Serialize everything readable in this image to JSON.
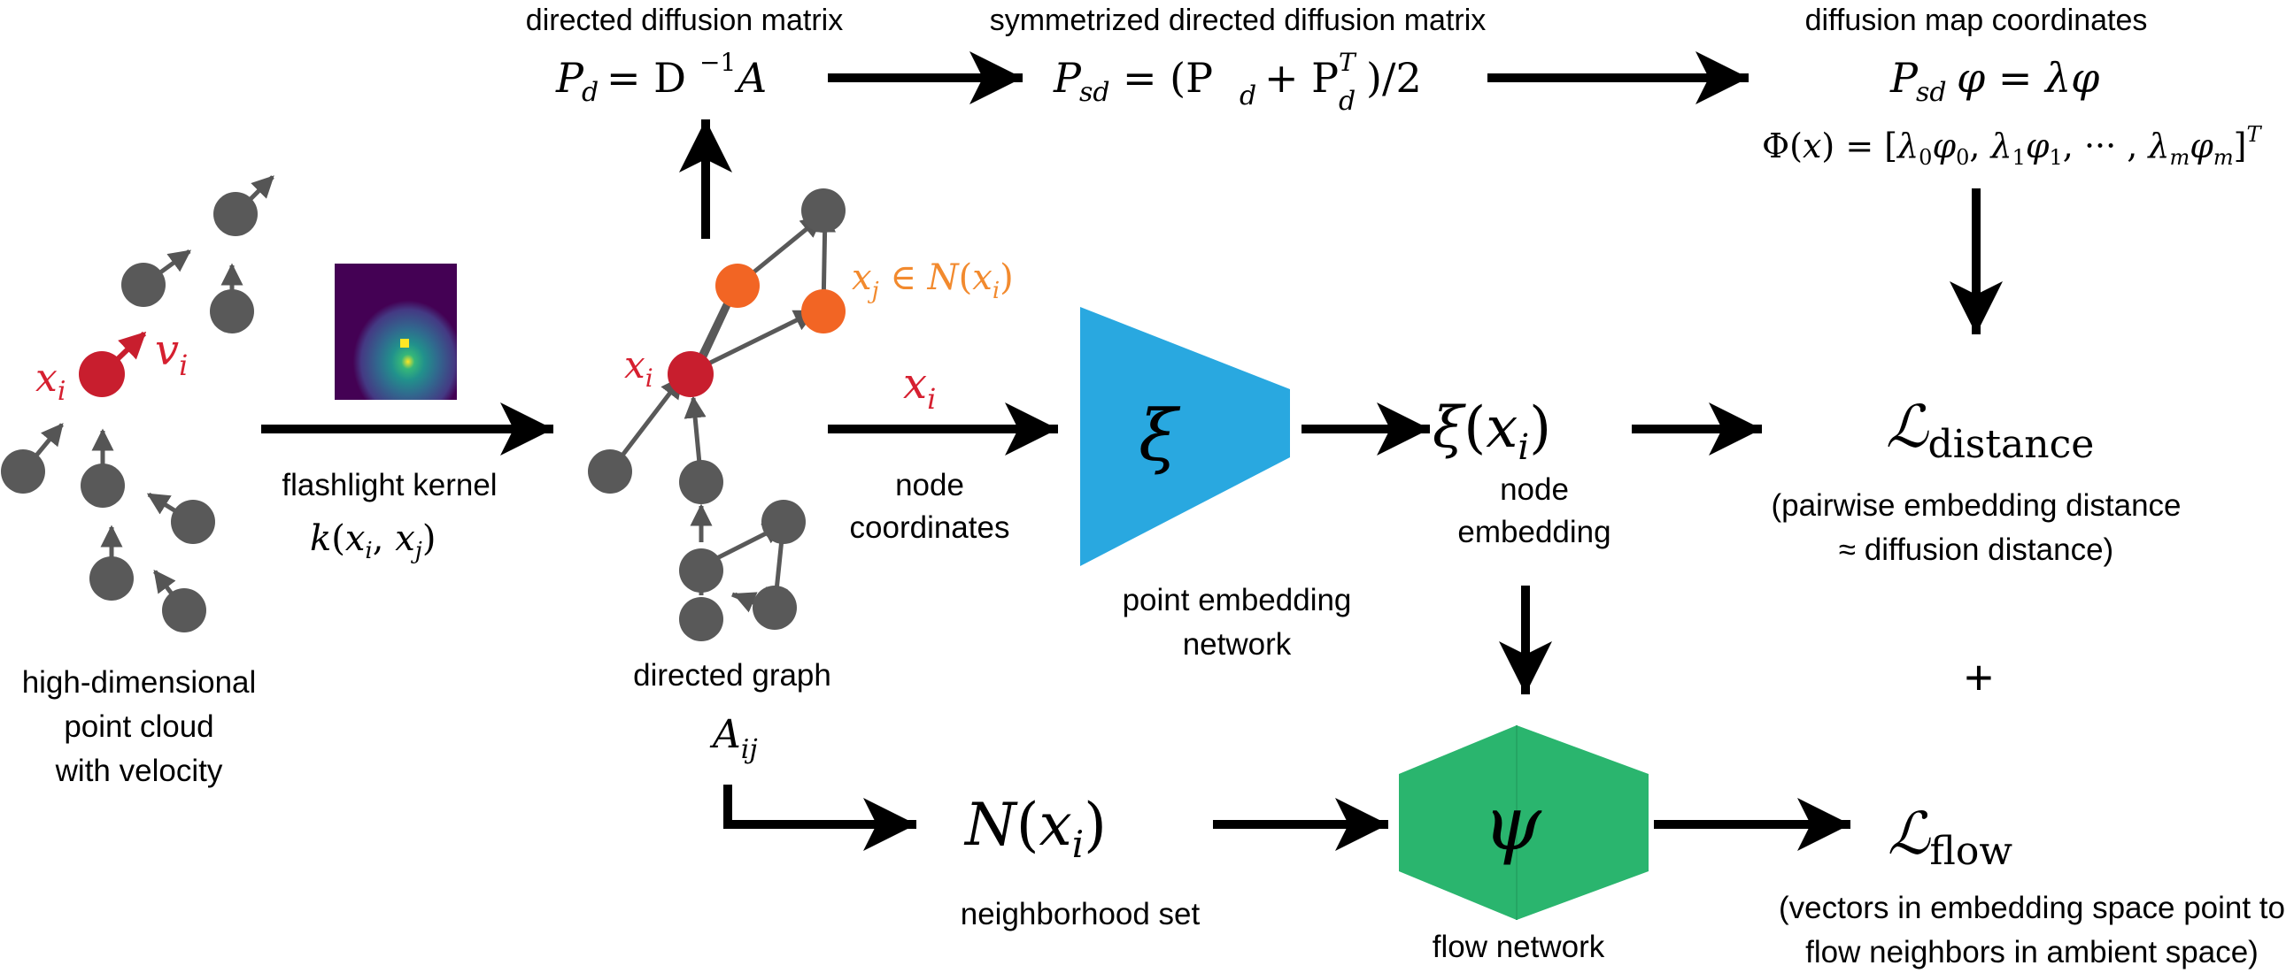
{
  "top": {
    "directed_diffusion_title": "directed diffusion matrix",
    "directed_diffusion_eq": "P_d = D^{-1}A",
    "symmetrized_title": "symmetrized directed diffusion matrix",
    "symmetrized_eq": "P_sd = (P_d + P_d^T)/2",
    "diffusion_map_title": "diffusion map coordinates",
    "diffusion_map_eq": "P_sd φ = λφ",
    "diffusion_map_coords": "Φ(x) = [λ0φ0, λ1φ1, ··· , λmφm]^T"
  },
  "left": {
    "xi_label": "x_i",
    "vi_label": "v_i",
    "pointcloud_label_lines": [
      "high-dimensional",
      "point cloud",
      "with velocity"
    ],
    "kernel_label": "flashlight kernel",
    "kernel_eq": "k(x_i, x_j)"
  },
  "graph": {
    "xi_label": "x_i",
    "xj_label": "x_j ∈ N(x_i)",
    "title": "directed graph",
    "matrix": "A_ij"
  },
  "middle": {
    "xi_input": "x_i",
    "node_coords_lines": [
      "node",
      "coordinates"
    ],
    "embedding_symbol": "ξ",
    "embedding_net_lines": [
      "point embedding",
      "network"
    ],
    "embedding_output": "ξ(x_i)",
    "node_embedding_lines": [
      "node",
      "embedding"
    ]
  },
  "right": {
    "loss_distance": "L_distance",
    "loss_distance_desc_lines": [
      "(pairwise embedding distance",
      "≈ diffusion distance)"
    ],
    "plus": "+",
    "loss_flow": "L_flow",
    "loss_flow_desc_lines": [
      "(vectors in embedding space point to",
      "flow neighbors in ambient space)"
    ]
  },
  "bottom": {
    "neighborhood_eq": "N(x_i)",
    "neighborhood_label": "neighborhood set",
    "flow_symbol": "ψ",
    "flow_label": "flow network"
  },
  "colors": {
    "node_gray": "#595959",
    "node_red": "#c81e2e",
    "node_orange": "#f26524",
    "embedding_blue": "#29a8e0",
    "flow_green": "#2ab56e",
    "label_red": "#d62030",
    "label_orange": "#f28a2e"
  }
}
